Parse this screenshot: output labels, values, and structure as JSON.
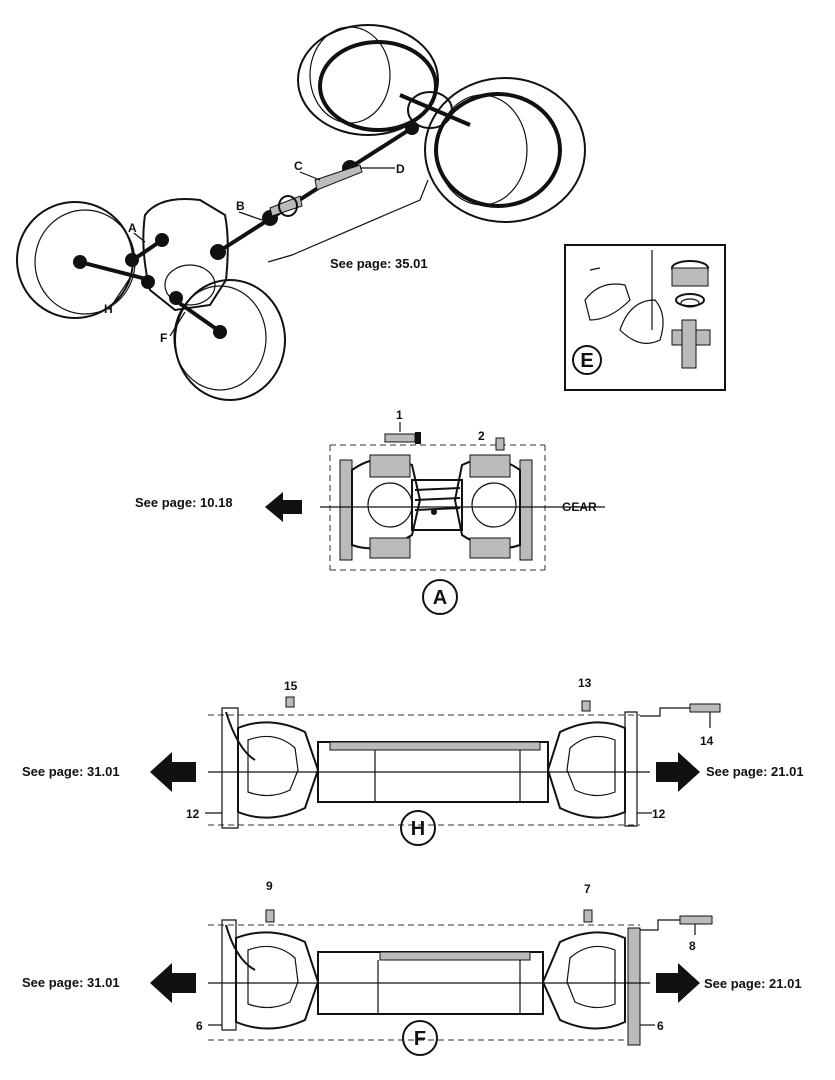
{
  "overview": {
    "point_labels": [
      "A",
      "B",
      "C",
      "D",
      "F",
      "H"
    ],
    "see_page_main": "See page: 35.01"
  },
  "inset": {
    "label": "E"
  },
  "assembly_a": {
    "label": "A",
    "part_numbers": [
      "1",
      "2"
    ],
    "side_text": "GEAR",
    "see_page": "See page: 10.18"
  },
  "assembly_h": {
    "label": "H",
    "part_numbers": [
      "15",
      "13",
      "14",
      "12",
      "12"
    ],
    "see_page_left": "See page: 31.01",
    "see_page_right": "See page: 21.01"
  },
  "assembly_f": {
    "label": "F",
    "part_numbers": [
      "9",
      "7",
      "8",
      "6",
      "6"
    ],
    "see_page_left": "See page: 31.01",
    "see_page_right": "See page: 21.01"
  },
  "colors": {
    "ink": "#111111",
    "paper": "#ffffff",
    "shade": "#bbbbbb"
  }
}
